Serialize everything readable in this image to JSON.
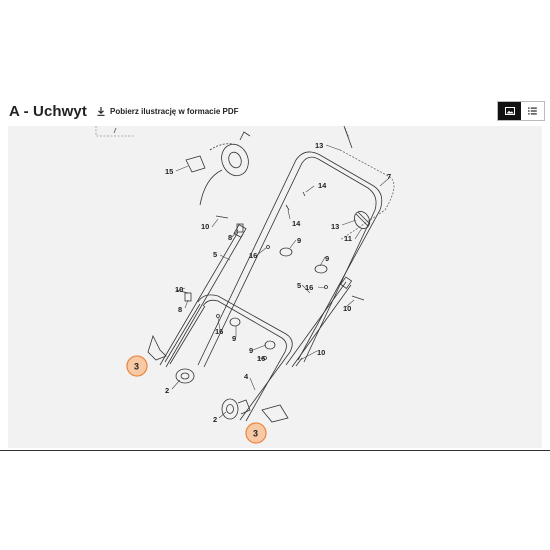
{
  "header": {
    "title": "A - Uchwyt",
    "pdf_link_label": "Pobierz ilustrację w formacie PDF",
    "view_toggle": {
      "active": "image-view",
      "inactive": "list-view"
    }
  },
  "diagram": {
    "part_callouts": [
      "15",
      "13",
      "14",
      "14",
      "7",
      "10",
      "8",
      "13",
      "11",
      "9",
      "16",
      "5",
      "9",
      "10",
      "8",
      "16",
      "5",
      "10",
      "16",
      "9",
      "9",
      "16",
      "10",
      "2",
      "4",
      "2"
    ],
    "highlighted_callouts": [
      "3",
      "3"
    ],
    "colors": {
      "highlight_fill": "#f7c9a5",
      "highlight_stroke": "#ea8a45",
      "line": "#333333"
    }
  }
}
